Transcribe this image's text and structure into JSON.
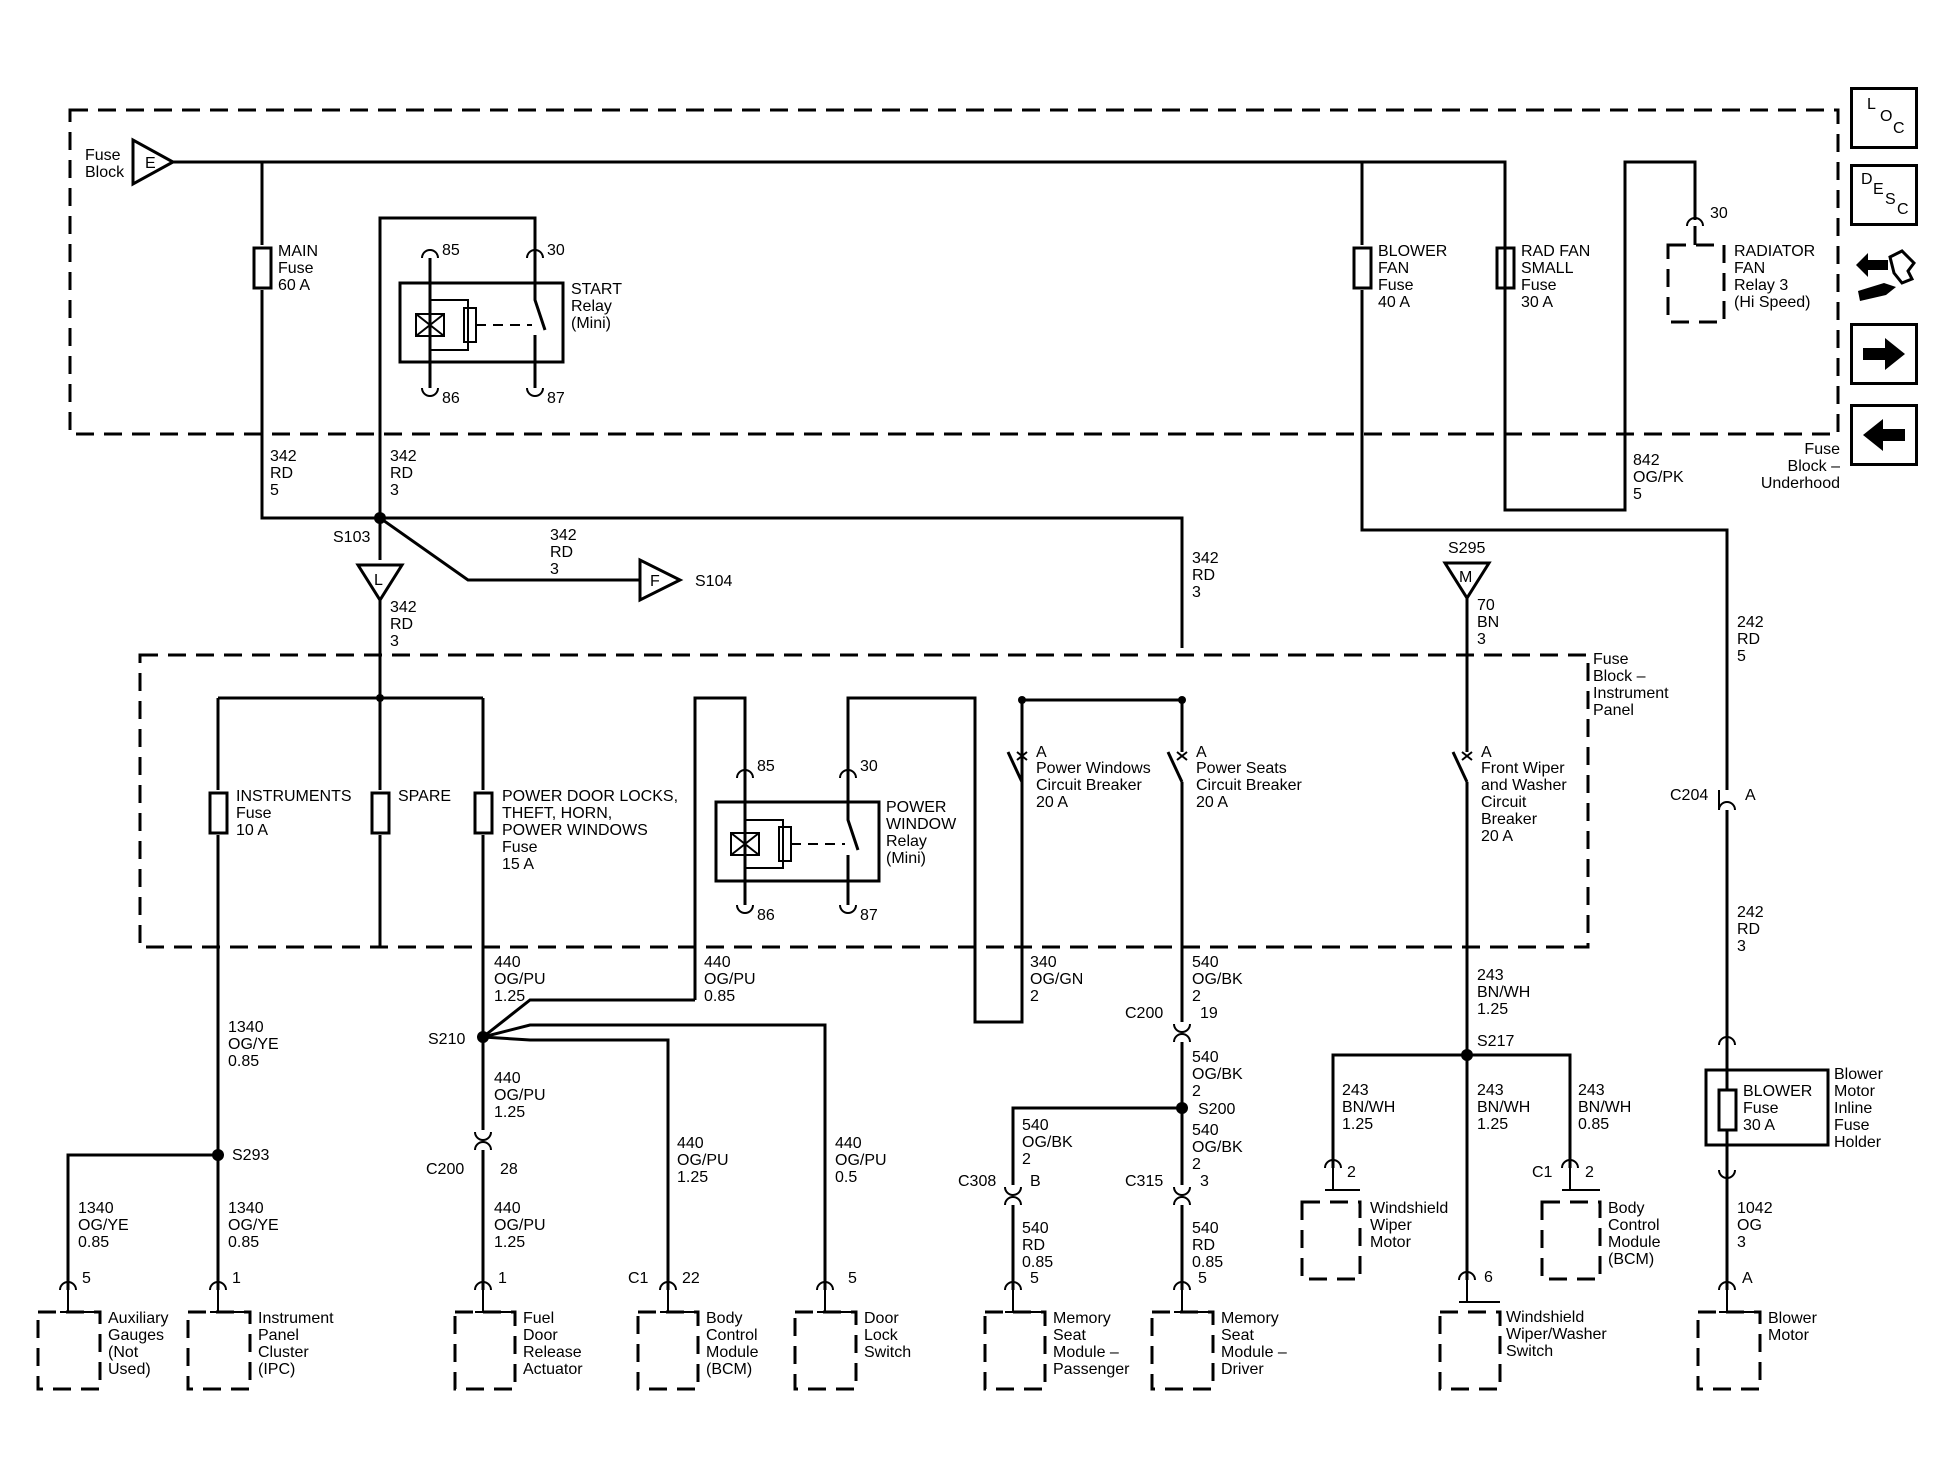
{
  "nav": {
    "loc": {
      "l1": "L",
      "l2": "O",
      "l3": "C"
    },
    "desc": {
      "l1": "D",
      "l2": "E",
      "l3": "S",
      "l4": "C"
    }
  },
  "fuse_block_underhood": {
    "block_label": {
      "l1": "Fuse",
      "l2": "Block"
    },
    "area_label": {
      "l1": "Fuse",
      "l2": "Block –",
      "l3": "Underhood"
    },
    "main_fuse": {
      "l1": "MAIN",
      "l2": "Fuse",
      "l3": "60 A"
    },
    "start_relay": {
      "l1": "START",
      "l2": "Relay",
      "l3": "(Mini)",
      "p85": "85",
      "p30": "30",
      "p86": "86",
      "p87": "87"
    },
    "blower_fan_fuse": {
      "l1": "BLOWER",
      "l2": "FAN",
      "l3": "Fuse",
      "l4": "40 A"
    },
    "rad_fan_fuse": {
      "l1": "RAD FAN",
      "l2": "SMALL",
      "l3": "Fuse",
      "l4": "30 A"
    },
    "radiator_fan_relay": {
      "l1": "RADIATOR",
      "l2": "FAN",
      "l3": "Relay 3",
      "l4": "(Hi Speed)",
      "pin": "30"
    }
  },
  "connectors": {
    "E": "E",
    "F": "F",
    "L": "L",
    "M": "M",
    "s104": "S104",
    "s103": "S103",
    "s295": "S295",
    "s210": "S210",
    "s293": "S293",
    "s200": "S200",
    "s217": "S217",
    "c204": "C204",
    "c204_pin": "A",
    "c200a": "C200",
    "c200a_pin": "19",
    "c200b": "C200",
    "c200b_pin": "28",
    "c308": "C308",
    "c308_pin": "B",
    "c315": "C315",
    "c315_pin": "3"
  },
  "wires": {
    "w342_5": [
      "342",
      "RD",
      "5"
    ],
    "w342_3a": [
      "342",
      "RD",
      "3"
    ],
    "w342_3b": [
      "342",
      "RD",
      "3"
    ],
    "w342_3c": [
      "342",
      "RD",
      "3"
    ],
    "w342_3d": [
      "342",
      "RD",
      "3"
    ],
    "w842": [
      "842",
      "OG/PK",
      "5"
    ],
    "w70": [
      "70",
      "BN",
      "3"
    ],
    "w242a": [
      "242",
      "RD",
      "5"
    ],
    "w242b": [
      "242",
      "RD",
      "3"
    ],
    "w1340a": [
      "1340",
      "OG/YE",
      "0.85"
    ],
    "w1340b": [
      "1340",
      "OG/YE",
      "0.85"
    ],
    "w1340c": [
      "1340",
      "OG/YE",
      "0.85"
    ],
    "w440a": [
      "440",
      "OG/PU",
      "1.25"
    ],
    "w440b": [
      "440",
      "OG/PU",
      "0.85"
    ],
    "w440c": [
      "440",
      "OG/PU",
      "1.25"
    ],
    "w440d": [
      "440",
      "OG/PU",
      "1.25"
    ],
    "w440e": [
      "440",
      "OG/PU",
      "1.25"
    ],
    "w440f": [
      "440",
      "OG/PU",
      "0.5"
    ],
    "w340": [
      "340",
      "OG/GN",
      "2"
    ],
    "w540a": [
      "540",
      "OG/BK",
      "2"
    ],
    "w540b": [
      "540",
      "OG/BK",
      "2"
    ],
    "w540c": [
      "540",
      "OG/BK",
      "2"
    ],
    "w540d": [
      "540",
      "OG/BK",
      "2"
    ],
    "w540e": [
      "540",
      "RD",
      "0.85"
    ],
    "w540f": [
      "540",
      "RD",
      "0.85"
    ],
    "w243a": [
      "243",
      "BN/WH",
      "1.25"
    ],
    "w243b": [
      "243",
      "BN/WH",
      "1.25"
    ],
    "w243c": [
      "243",
      "BN/WH",
      "1.25"
    ],
    "w243d": [
      "243",
      "BN/WH",
      "0.85"
    ],
    "w1042": [
      "1042",
      "OG",
      "3"
    ]
  },
  "fuse_block_ip": {
    "area_label": {
      "l1": "Fuse",
      "l2": "Block –",
      "l3": "Instrument",
      "l4": "Panel"
    },
    "instruments_fuse": {
      "l1": "INSTRUMENTS",
      "l2": "Fuse",
      "l3": "10 A"
    },
    "spare": "SPARE",
    "door_locks_fuse": {
      "l1": "POWER DOOR LOCKS,",
      "l2": "THEFT, HORN,",
      "l3": "POWER WINDOWS",
      "l4": "Fuse",
      "l5": "15 A"
    },
    "power_window_relay": {
      "l1": "POWER",
      "l2": "WINDOW",
      "l3": "Relay",
      "l4": "(Mini)",
      "p85": "85",
      "p30": "30",
      "p86": "86",
      "p87": "87"
    },
    "pw_breaker": {
      "pin": "A",
      "l1": "Power Windows",
      "l2": "Circuit Breaker",
      "l3": "20 A"
    },
    "ps_breaker": {
      "pin": "A",
      "l1": "Power Seats",
      "l2": "Circuit Breaker",
      "l3": "20 A"
    },
    "wiper_breaker": {
      "pin": "A",
      "l1": "Front Wiper",
      "l2": "and Washer",
      "l3": "Circuit",
      "l4": "Breaker",
      "l5": "20 A"
    }
  },
  "blower_motor_fuse": {
    "l1": "BLOWER",
    "l2": "Fuse",
    "l3": "30 A",
    "h1": "Blower",
    "h2": "Motor",
    "h3": "Inline",
    "h4": "Fuse",
    "h5": "Holder"
  },
  "components": {
    "aux_gauges": {
      "pin": "5",
      "l1": "Auxiliary",
      "l2": "Gauges",
      "l3": "(Not",
      "l4": "Used)"
    },
    "ipc": {
      "pin": "1",
      "l1": "Instrument",
      "l2": "Panel",
      "l3": "Cluster",
      "l4": "(IPC)"
    },
    "fuel_door": {
      "pin": "1",
      "l1": "Fuel",
      "l2": "Door",
      "l3": "Release",
      "l4": "Actuator"
    },
    "bcm1": {
      "conn": "C1",
      "pin": "22",
      "l1": "Body",
      "l2": "Control",
      "l3": "Module",
      "l4": "(BCM)"
    },
    "door_lock": {
      "pin": "5",
      "l1": "Door",
      "l2": "Lock",
      "l3": "Switch"
    },
    "memory_pass": {
      "pin": "5",
      "l1": "Memory",
      "l2": "Seat",
      "l3": "Module –",
      "l4": "Passenger"
    },
    "memory_drv": {
      "pin": "5",
      "l1": "Memory",
      "l2": "Seat",
      "l3": "Module –",
      "l4": "Driver"
    },
    "wiper_motor": {
      "pin": "2",
      "l1": "Windshield",
      "l2": "Wiper",
      "l3": "Motor"
    },
    "wiper_switch": {
      "pin": "6",
      "l1": "Windshield",
      "l2": "Wiper/Washer",
      "l3": "Switch"
    },
    "bcm2": {
      "conn": "C1",
      "pin": "2",
      "l1": "Body",
      "l2": "Control",
      "l3": "Module",
      "l4": "(BCM)"
    },
    "blower_motor": {
      "pin": "A",
      "l1": "Blower",
      "l2": "Motor"
    }
  }
}
